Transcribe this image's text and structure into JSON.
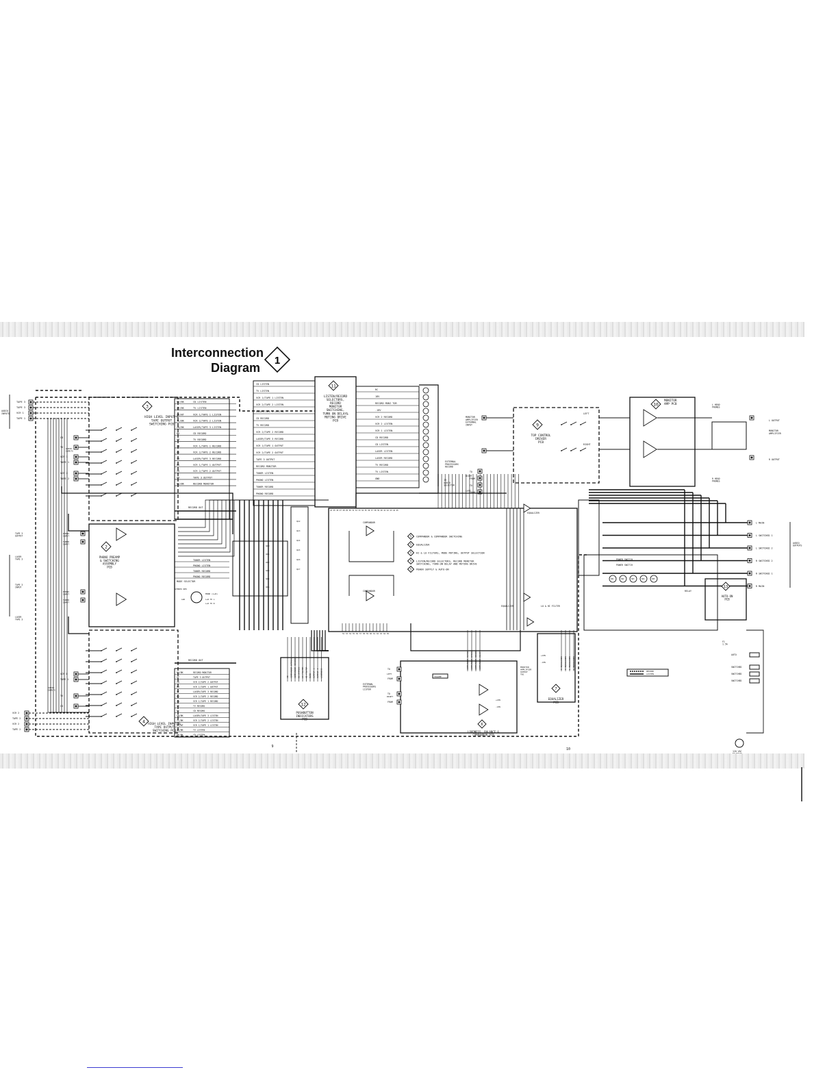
{
  "title": {
    "line1": "Interconnection",
    "line2": "Diagram",
    "number": "1"
  },
  "pcbs": {
    "high_level_top": {
      "num": "3",
      "label": "HIGH LEVEL INPUT &\nTAPE OUTPUT\nSWITCHING PCB"
    },
    "listen_record": {
      "num": "11",
      "label": "LISTEN/RECORD\nSELECTORS,\nRECORD\nMONITOR\nSWITCHING,\nTURN ON DELAY&\nMUTING DRIVE\nPCB"
    },
    "top_control": {
      "num": "9",
      "label": "TOP CONTROL\nDRIVER\nPCB"
    },
    "monitor_amp": {
      "num": "10",
      "label": "MONITOR\nAMP PCB"
    },
    "phono_preamp": {
      "num": "2",
      "label": "PHONO PREAMP\n& SWITCHING\nASSEMBLY\nPCB"
    },
    "high_level_bottom": {
      "num": "4",
      "label": "HIGH LEVEL INPUT &\nTAPE OUTPUT\nSWITCHING PCB"
    },
    "pushbutton": {
      "num": "12",
      "label": "PUSHBUTTON\nINDICATORS\nPCB"
    },
    "loudness": {
      "num": "6",
      "label": "LOUDNESS, BALANCE &\nCOMPANDOR PCB"
    },
    "equalizer": {
      "num": "7",
      "label": "EQUALIZER\nPCB"
    },
    "auto_on": {
      "num": "13",
      "label": "AUTO-ON\nPCB"
    }
  },
  "main_legend": [
    {
      "num": "5",
      "text": "COMPANDOR & COMPANDOR SWITCHING"
    },
    {
      "num": "5",
      "text": "EQUALIZER"
    },
    {
      "num": "5",
      "text": "HI & LO FILTERS, MODE MUTING, OUTPUT SELECTION"
    },
    {
      "num": "5",
      "text": "LISTEN/RECORD SELECTORS, RECORD MONITOR\nSWITCHING, TURN-ON DELAY AND MUTING DRIVE"
    },
    {
      "num": "5",
      "text": "POWER SUPPLY & AUTO-ON"
    }
  ],
  "top_left_inputs": [
    "TAPE 3",
    "TAPE 3",
    "VCR 1",
    "TAPE 1"
  ],
  "top_left_wires": [
    {
      "color": "BK/BK",
      "fn": "CD LISTEN"
    },
    {
      "color": "OR/BK",
      "fn": "TV LISTEN"
    },
    {
      "color": "OR/WT",
      "fn": "VCR 1/TAPE 1 LISTEN"
    },
    {
      "color": "YL/BK",
      "fn": "VCR 2/TAPE 2 LISTEN"
    },
    {
      "color": "GN/BK",
      "fn": "LASER/TAPE 3 LISTEN"
    },
    {
      "color": "BK",
      "fn": "CD RECORD"
    },
    {
      "color": "OR",
      "fn": "TV RECORD"
    },
    {
      "color": "GN",
      "fn": "VCR 1/TAPE 1 RECORD"
    },
    {
      "color": "BU",
      "fn": "VCR 2/TAPE 2 RECORD"
    },
    {
      "color": "GY",
      "fn": "LASER/TAPE 3 RECORD"
    },
    {
      "color": "BU",
      "fn": "VCR 1/TAPE 1 OUTPUT"
    },
    {
      "color": "VO",
      "fn": "VCR 2/TAPE 2 OUTPUT"
    },
    {
      "color": "OR",
      "fn": "TAPE 3 OUTPUT"
    },
    {
      "color": "BU/BK",
      "fn": "RECORD MONITOR"
    }
  ],
  "record_out": "RECORD OUT",
  "listen_wires_left": [
    "CD LISTEN",
    "TV LISTEN",
    "VCR 1/TAPE 1 LISTEN",
    "VCR 2/TAPE 2 LISTEN",
    "LASER/TAPE 3 LISTEN",
    "CD RECORD",
    "TV RECORD",
    "VCR 2/TAPE 2 RECORD",
    "LASER/TAPE 3 RECORD",
    "VCR 1/TAPE 1 OUTPUT",
    "VCR 2/TAPE 2 OUTPUT",
    "TAPE 3 OUTPUT",
    "RECORD MONITOR",
    "TUNER LISTEN",
    "PHONO LISTEN",
    "TUNER RECORD",
    "PHONO RECORD"
  ],
  "listen_wires_right": [
    "RC",
    "18V",
    "RECORD MONI TOR",
    "-18V",
    "VCR 2 RECORD",
    "VCR 2 LISTEN",
    "VCR 1 LISTEN",
    "CD RECORD",
    "CD LISTEN",
    "LASER LISTEN",
    "LASER RECORD",
    "TV RECORD",
    "TV LISTEN",
    "GND"
  ],
  "j3_label": "J3\nAUDIO\nSELECTOR",
  "monitor_label": "MONITOR\nAMPLIFIER\nEXTERNAL\nINPUT",
  "left_right": [
    "LEFT",
    "RIGHT"
  ],
  "headphones": [
    "L HEAD\nPHONES",
    "R HEAD\nPHONES"
  ],
  "monitor_out": [
    "L OUTPUT",
    "R OUTPUT",
    "MONITOR\nAMPLIFIER"
  ],
  "audio_outputs_label": "AUDIO\nOUTPUTS",
  "audio_outputs": [
    "L MAIN",
    "L SWITCHED 1",
    "L SWITCHED 2",
    "R SWITCHED 2",
    "R SWITCHED 1",
    "R MAIN"
  ],
  "ext_processor_record": "EXTERNAL\nPROCESSORS\nRECORD",
  "ext_processor_listen": "EXTERNAL\nPROCESSORS\nLISTEN",
  "to_from": [
    "TO",
    "FROM",
    "TO",
    "FROM"
  ],
  "mode_selector": {
    "title": "MODE SELECTOR",
    "stereo": "STEREO",
    "rev": "REV",
    "mono": "MONO (L+R)",
    "positions": [
      "L&R",
      "L+R TO L",
      "L+R TO R"
    ]
  },
  "power": {
    "switch": "POWER SWITCH",
    "relay": "RELAY",
    "ac": "120 VAC\n50/60HZ",
    "fuse": "F1\n1.5A"
  },
  "auto_on_labels": [
    "AUTO",
    "SWITCHED",
    "SWITCHED",
    "SWITCHED"
  ],
  "equalizer_labels": [
    "EQUALIZER",
    "EQUALIZER",
    "LO & HI FILTER"
  ],
  "compandor_labels": [
    "COMPANDOR",
    "COMPANDOR"
  ],
  "monitor_amp_out": "MONITOR\nAMPLIFIER\nOUTPUT\nTB1",
  "volume": "VOLUME",
  "record_listen_legend": [
    "RECORD",
    "LISTEN"
  ],
  "page_numbers": [
    "9",
    "10"
  ],
  "bottom_left_wires": [
    {
      "color": "BU/BK",
      "fn": "RECORD MONITOR"
    },
    {
      "color": "GY",
      "fn": "TAPE 3 OUTPUT"
    },
    {
      "color": "VO",
      "fn": "VCR 2/TAPE 2 OUTPUT"
    },
    {
      "color": "BU",
      "fn": "VCR 1/TAPE 1 OUTPUT"
    },
    {
      "color": "GY",
      "fn": "LASER/TAPE 3 RECORD"
    },
    {
      "color": "BU",
      "fn": "VCR 2/TAPE 2 RECORD"
    },
    {
      "color": "GN",
      "fn": "VCR 1/TAPE 1 RECORD"
    },
    {
      "color": "OR",
      "fn": "TV RECORD"
    },
    {
      "color": "BK",
      "fn": "CD RECORD"
    },
    {
      "color": "GN/BK",
      "fn": "LASER/TAPE 3 LISTEN"
    },
    {
      "color": "YL/BK",
      "fn": "VCR 2/TAPE 2 LISTEN"
    },
    {
      "color": "OR/WT",
      "fn": "VCR 1/TAPE 1 LISTEN"
    },
    {
      "color": "OR/BK",
      "fn": "TV LISTEN"
    },
    {
      "color": "BK/BK",
      "fn": "CD LISTEN"
    }
  ],
  "phono_wires": [
    "TUNER LISTEN",
    "PHONO LISTEN",
    "TUNER RECORD",
    "PHONO RECORD"
  ],
  "input_labels_left": [
    "CD",
    "TV",
    "VCR 1",
    "TAPE 1",
    "VCR 2",
    "TAPE 2"
  ],
  "audio_inputs": "AUDIO\nINPUTS",
  "phono_inputs": [
    "PHONO\nINPUT",
    "TUNER\nINPUT",
    "PHONO\nINPUT",
    "TUNER\nINPUT"
  ],
  "tape_labels_left": [
    "TAPE 3\nOUTPUT",
    "LASER\nTAPE 3",
    "TAPE 3\nINPUT",
    "LASER\nTAPE 3"
  ],
  "bottom_inputs": [
    "VCR 2",
    "TAPE 2",
    "VCR 2",
    "TAPE 2"
  ],
  "pushbutton_wires": [
    "CD",
    "COMPANDOR BYPASS",
    "COMPANDOR RECORD",
    "EQ BYPASS",
    "LO FILTER",
    "HI FILTER",
    "MUTE",
    "OUTPUT 1",
    "OUTPUT 2",
    "LOUDNESS"
  ],
  "loudness_wires": [
    "COMPANDOR RATIO",
    "COMPANDOR BYPASS",
    "COMPANDOR RECORD",
    "COMPANDOR ON/OFF"
  ],
  "equalizer_wires": [
    "R EQUALIZER",
    "R EQUALIZER",
    "L EQUALIZER",
    "L EQUALIZER"
  ],
  "voltage_labels": [
    "+18V",
    "-18V",
    "+18V",
    "-18V"
  ],
  "sw_labels": [
    "SW1",
    "SW2",
    "SW3",
    "SW4",
    "SW5"
  ]
}
